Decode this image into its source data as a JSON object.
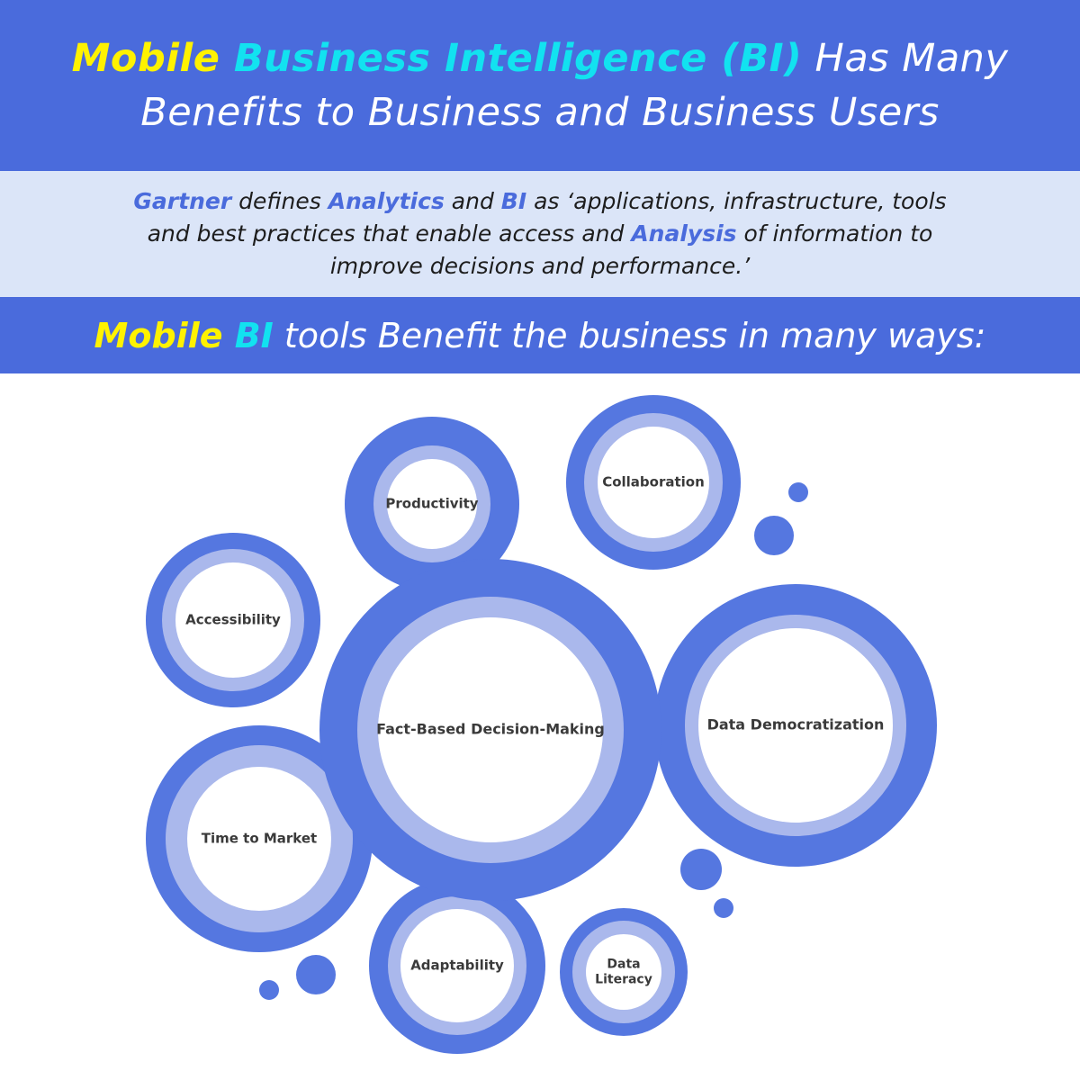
{
  "header": {
    "line1": [
      {
        "text": "Mobile ",
        "style": "yellow"
      },
      {
        "text": "Business Intelligence (BI)",
        "style": "cyan"
      },
      {
        "text": " Has Many",
        "style": "plain"
      }
    ],
    "line2": "Benefits to Business and Business Users"
  },
  "quote": {
    "line1": [
      {
        "text": "Gartner",
        "style": "blue"
      },
      {
        "text": " defines ",
        "style": "plain"
      },
      {
        "text": "Analytics",
        "style": "blue"
      },
      {
        "text": " and ",
        "style": "plain"
      },
      {
        "text": "BI",
        "style": "blue"
      },
      {
        "text": " as ‘applications, infrastructure, tools",
        "style": "plain"
      }
    ],
    "line2": [
      {
        "text": "and best practices that enable access and ",
        "style": "plain"
      },
      {
        "text": "Analysis",
        "style": "blue"
      },
      {
        "text": " of information to",
        "style": "plain"
      }
    ],
    "line3": [
      {
        "text": "improve decisions and performance.’",
        "style": "plain"
      }
    ]
  },
  "subheader": [
    {
      "text": "Mobile ",
      "style": "yellow"
    },
    {
      "text": "BI",
      "style": "cyan"
    },
    {
      "text": " tools Benefit the business in many ways:",
      "style": "plain"
    }
  ],
  "diagram": {
    "colors": {
      "outer": "#5577e0",
      "middle": "#aab8ec",
      "inner": "#ffffff",
      "text": "#3a3a3a"
    },
    "center": {
      "label": [
        "Fact-Based Decision-Making"
      ]
    },
    "benefits": [
      {
        "label": [
          "Productivity"
        ]
      },
      {
        "label": [
          "Collaboration"
        ]
      },
      {
        "label": [
          "Accessibility"
        ]
      },
      {
        "label": [
          "Data Democratization"
        ]
      },
      {
        "label": [
          "Time to Market"
        ]
      },
      {
        "label": [
          "Adaptability"
        ]
      },
      {
        "label": [
          "Data",
          "Literacy"
        ]
      }
    ]
  }
}
